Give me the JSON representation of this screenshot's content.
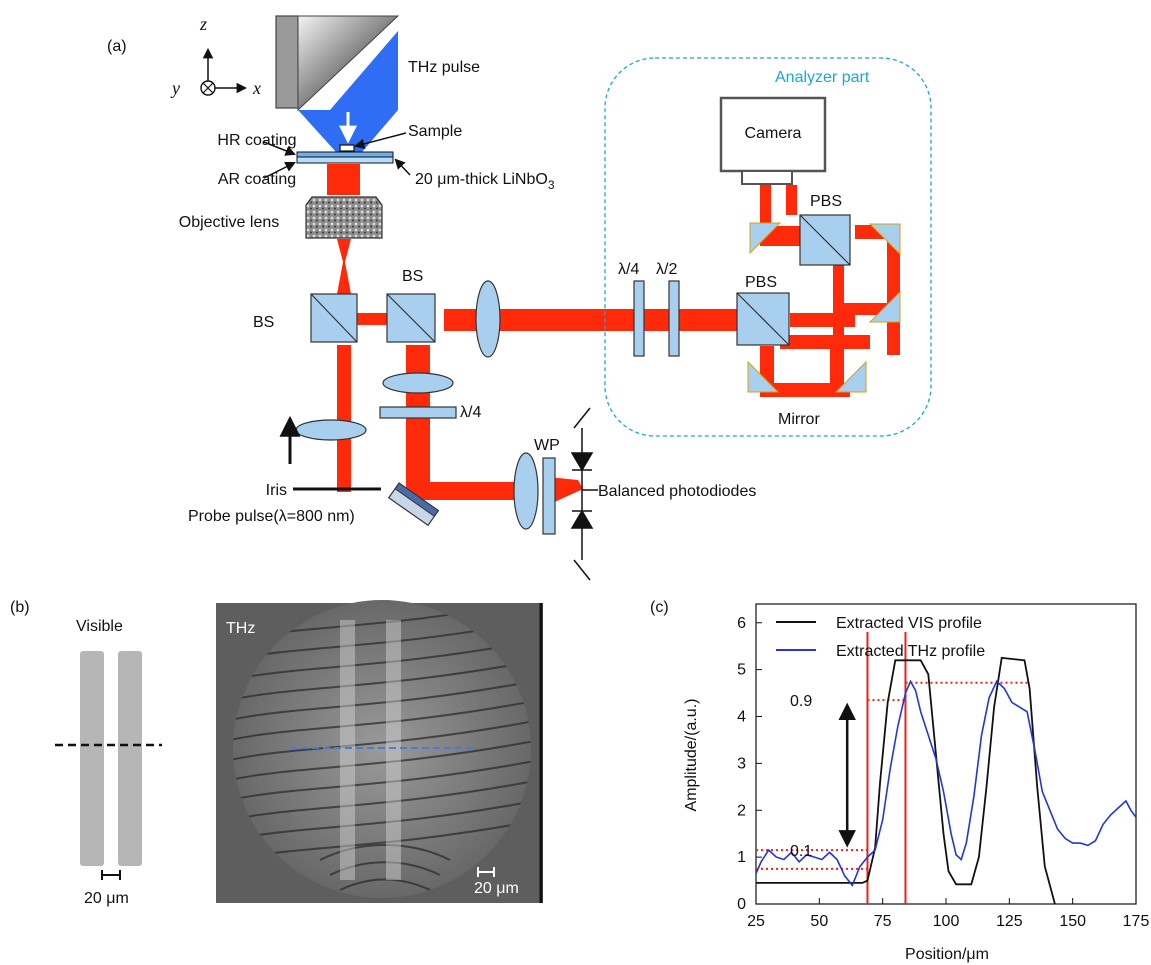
{
  "panel_a": {
    "panel_label": "(a)",
    "axes": {
      "z": "z",
      "y": "y",
      "x": "x"
    },
    "thz_pulse": "THz pulse",
    "hr_coating": "HR coating",
    "ar_coating": "AR coating",
    "sample": "Sample",
    "crystal_prefix": "20 μm-thick LiNbO",
    "crystal_sub": "3",
    "objective_lens": "Objective lens",
    "bs_left": "BS",
    "bs_top": "BS",
    "iris": "Iris",
    "probe_pulse": "Probe pulse(λ=800 nm)",
    "qwp_lower": "λ/4",
    "wp": "WP",
    "balanced_photodiodes": "Balanced photodiodes",
    "analyzer_part": "Analyzer part",
    "camera": "Camera",
    "pbs_top": "PBS",
    "pbs_mid": "PBS",
    "qwp": "λ/4",
    "hwp": "λ/2",
    "mirror": "Mirror",
    "colors": {
      "beam": "#ff2a0a",
      "thz": "#2f6df5",
      "optic": "#a9cfee",
      "analyzer_border": "#1aa7d6"
    }
  },
  "panel_b": {
    "panel_label": "(b)",
    "visible_title": "Visible",
    "visible_scale": "20 μm",
    "thz_title": "THz",
    "thz_scale": "20 μm"
  },
  "panel_c": {
    "panel_label": "(c)",
    "chart_data": {
      "type": "line",
      "xlabel": "Position/μm",
      "ylabel": "Amplitude/(a.u.)",
      "xlim": [
        25,
        175
      ],
      "ylim": [
        0,
        6.4
      ],
      "xticks": [
        25,
        50,
        75,
        100,
        125,
        150,
        175
      ],
      "yticks": [
        0,
        1,
        2,
        3,
        4,
        5,
        6
      ],
      "legend_position": "top-left",
      "series": [
        {
          "name": "Extracted VIS profile",
          "color": "#111111",
          "x": [
            25,
            67,
            69,
            72,
            74,
            77,
            80,
            90,
            93,
            96,
            99,
            101,
            104,
            106,
            110,
            113,
            116,
            119,
            122,
            131,
            133,
            136,
            139,
            142,
            143
          ],
          "y": [
            0.45,
            0.45,
            0.5,
            1.2,
            2.6,
            4.3,
            5.2,
            5.2,
            4.9,
            3.2,
            1.5,
            0.7,
            0.42,
            0.42,
            0.42,
            1.0,
            2.5,
            4.2,
            5.25,
            5.2,
            4.6,
            2.5,
            0.8,
            0.2,
            0.0
          ]
        },
        {
          "name": "Extracted THz profile",
          "color": "#2436d6",
          "x": [
            25,
            27,
            30,
            33,
            36,
            39,
            42,
            45,
            48,
            51,
            54,
            57,
            60,
            63,
            66,
            69,
            72,
            75,
            78,
            81,
            84,
            86,
            88,
            90,
            93,
            96,
            99,
            102,
            104,
            106,
            108,
            111,
            114,
            117,
            120,
            123,
            126,
            129,
            132,
            135,
            138,
            141,
            144,
            147,
            150,
            153,
            156,
            159,
            162,
            165,
            168,
            171,
            173,
            175
          ],
          "y": [
            0.65,
            0.9,
            1.15,
            1.0,
            0.95,
            1.1,
            0.9,
            1.05,
            1.0,
            0.95,
            1.1,
            0.95,
            0.6,
            0.4,
            0.8,
            1.0,
            1.15,
            1.8,
            2.9,
            3.8,
            4.5,
            4.75,
            4.55,
            4.1,
            3.6,
            3.1,
            2.4,
            1.5,
            1.05,
            0.95,
            1.3,
            2.3,
            3.6,
            4.4,
            4.75,
            4.6,
            4.3,
            4.2,
            4.1,
            3.3,
            2.4,
            2.0,
            1.6,
            1.4,
            1.3,
            1.3,
            1.25,
            1.35,
            1.7,
            1.9,
            2.05,
            2.2,
            2.0,
            1.85
          ]
        }
      ],
      "annotations": [
        {
          "text": "0.9",
          "y": 4.35
        },
        {
          "text": "0.1",
          "y": 1.15
        }
      ],
      "vlines": [
        69,
        84
      ],
      "hlines": [
        {
          "x": [
            25,
            69
          ],
          "y": 0.75
        },
        {
          "x": [
            25,
            69
          ],
          "y": 1.15
        },
        {
          "x": [
            69,
            84
          ],
          "y": 4.35
        },
        {
          "x": [
            84,
            133
          ],
          "y": 4.72
        }
      ],
      "arrow": {
        "x": 61,
        "y": [
          1.15,
          4.35
        ]
      }
    }
  }
}
